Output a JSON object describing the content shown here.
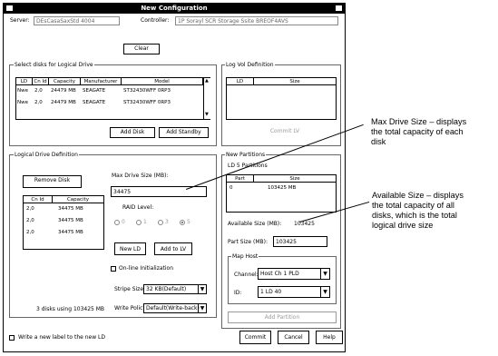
{
  "window": {
    "title": "New Configuration"
  },
  "header": {
    "server_label": "Server:",
    "server_value": "DEsCasaSaxStd 4004",
    "controller_label": "Controller:",
    "controller_value": "1P Sorayl SCR Storage Ssite BREOF4AVS"
  },
  "clear_button": "Clear",
  "select_disks": {
    "title": "Select disks for Logical Drive",
    "columns": [
      "LD",
      "Cn Id",
      "Capacity",
      "Manufacturer",
      "Model"
    ],
    "rows": [
      [
        "Nwe",
        "2,0",
        "24479 MB",
        "SEAGATE",
        "ST32430WFF 0RP3"
      ],
      [
        "Nwe",
        "2,0",
        "24479 MB",
        "SEAGATE",
        "ST32430WFF 0RP3"
      ]
    ]
  },
  "add_disk_button": "Add Disk",
  "add_standby_button": "Add Standby",
  "ld_definition": {
    "title": "Logical Drive Definition",
    "remove_disk_button": "Remove Disk",
    "columns": [
      "Cn Id",
      "Capacity"
    ],
    "rows": [
      [
        "2,0",
        "34475 MB"
      ],
      [
        "2,0",
        "34475 MB"
      ],
      [
        "2,0",
        "34475 MB"
      ]
    ],
    "disks_summary": "3 disks using 103425 MB",
    "max_drive_size_label": "Max Drive Size (MB):",
    "max_drive_size_value": "34475",
    "raid_level_label": "RAID Level:",
    "raid_options": [
      "0",
      "1",
      "3",
      "5"
    ],
    "raid_selected": "5",
    "new_ld_button": "New LD",
    "add_to_lv_button": "Add to LV",
    "online_init_label": "On-line Initialization",
    "stripe_size_label": "Stripe Size:",
    "stripe_size_value": "32 KB(Default)",
    "write_policy_label": "Write Policy:",
    "write_policy_value": "Default(Write-back)"
  },
  "lv_definition": {
    "title": "Log Vol Definition",
    "columns": [
      "LD",
      "Size"
    ],
    "commit_button": "Commit LV"
  },
  "new_partitions": {
    "title": "New Partitions",
    "ld_label": "LD 5 Partitions",
    "columns": [
      "Part",
      "Size"
    ],
    "rows": [
      [
        "0",
        "103425 MB"
      ]
    ],
    "available_size_label": "Available Size (MB):",
    "available_size_value": "103425",
    "part_size_label": "Part Size (MB):",
    "part_size_value": "103425",
    "mapping": {
      "title": "Map Host",
      "channel_label": "Channel:",
      "channel_value": "Host Ch 1 PLD",
      "lun_label": "ID:",
      "lun_value": "1 LD 40"
    },
    "add_partition_button": "Add Partition"
  },
  "footer": {
    "write_label_checkbox": "Write a new label to the new LD",
    "commit_button": "Commit",
    "cancel_button": "Cancel",
    "help_button": "Help"
  },
  "callouts": {
    "max_drive": [
      "Max Drive Size – displays",
      "the total capacity of each",
      "disk"
    ],
    "available": [
      "Available Size – displays",
      "the total capacity of all",
      "disks, which is the total",
      "logical drive size"
    ]
  }
}
